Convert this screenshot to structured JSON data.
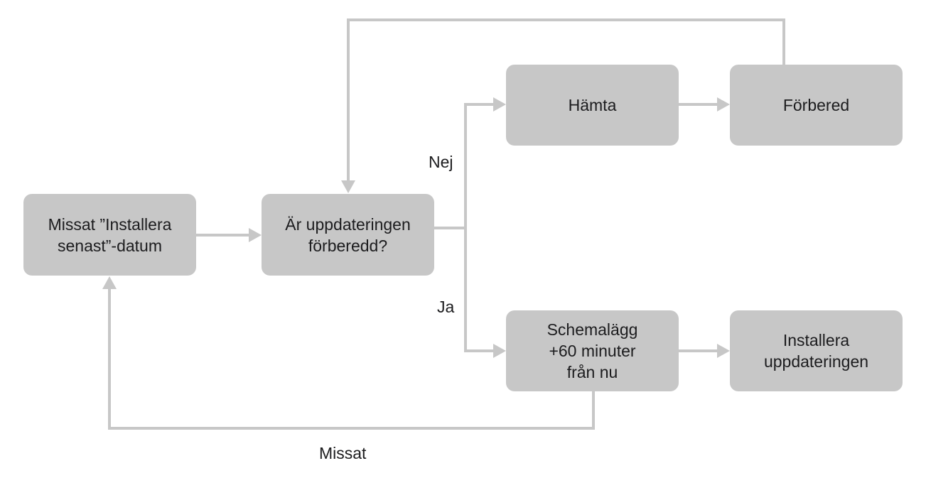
{
  "colors": {
    "node_fill": "#c7c7c7",
    "connector": "#c7c7c7",
    "text": "#1c1c1e",
    "background": "#ffffff"
  },
  "nodes": {
    "missed_deadline": "Missat ”Installera\nsenast”-datum",
    "is_prepared": "Är uppdateringen\nförberedd?",
    "download": "Hämta",
    "prepare": "Förbered",
    "schedule": "Schemalägg\n+60 minuter\nfrån nu",
    "install": "Installera\nuppdateringen"
  },
  "edge_labels": {
    "no": "Nej",
    "yes": "Ja",
    "missed": "Missat"
  }
}
